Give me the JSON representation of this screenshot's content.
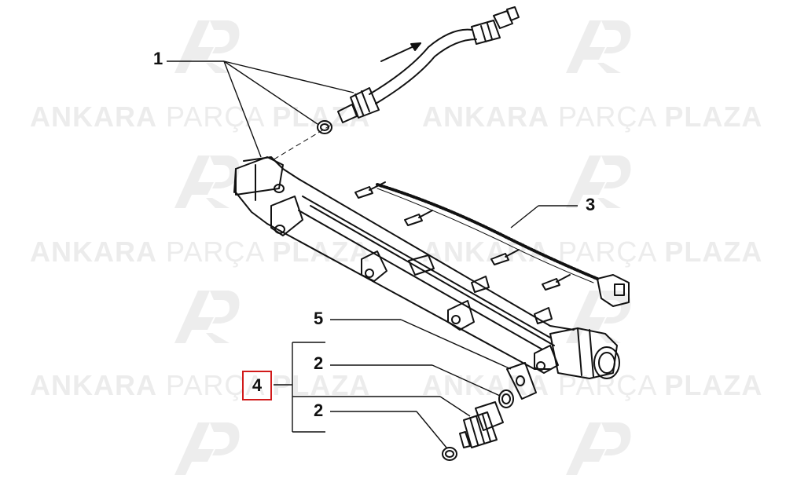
{
  "watermark": {
    "brand_bold_1": "ANKARA",
    "brand_thin": "PARÇA",
    "brand_bold_2": "PLAZA",
    "logo_icon": "ap-logo-icon",
    "color": "#ececec"
  },
  "callouts": {
    "c1": "1",
    "c2_upper": "2",
    "c2_lower": "2",
    "c3": "3",
    "c4": "4",
    "c5": "5"
  },
  "highlight_color": "#d11a1a",
  "line_color": "#111111"
}
